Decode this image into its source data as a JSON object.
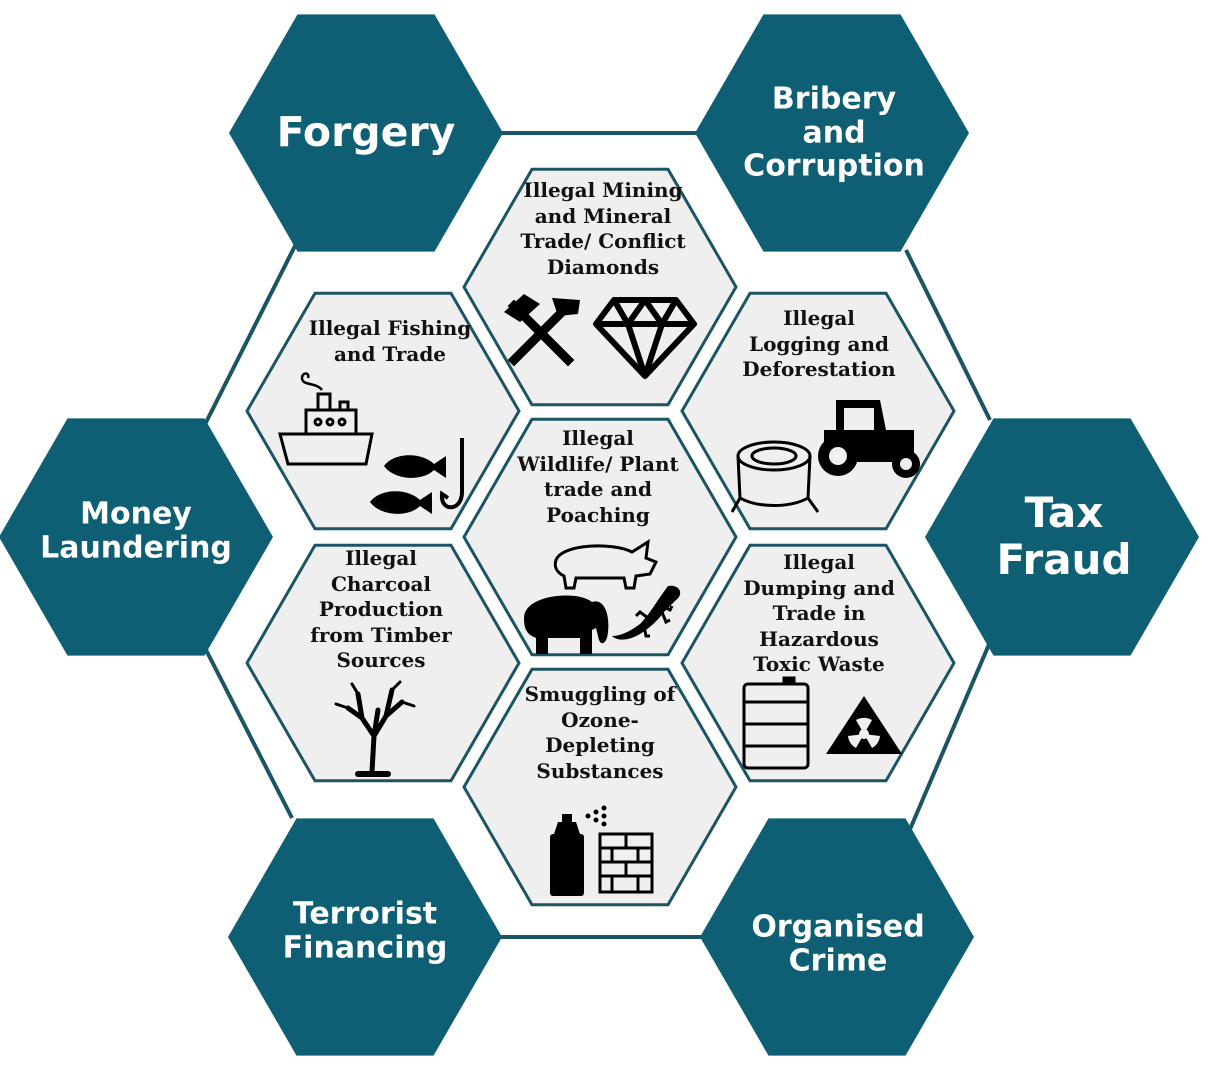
{
  "colors": {
    "outer_fill": "#0e5f73",
    "inner_fill": "#efefef",
    "inner_stroke": "#1b5565",
    "connector": "#1b5565",
    "icon": "#000000"
  },
  "outer_hexagons": [
    {
      "id": "forgery",
      "lines": [
        "Forgery"
      ]
    },
    {
      "id": "bribery",
      "lines": [
        "Bribery",
        "and",
        "Corruption"
      ]
    },
    {
      "id": "money",
      "lines": [
        "Money",
        "Laundering"
      ]
    },
    {
      "id": "tax",
      "lines": [
        "Tax",
        "Fraud"
      ]
    },
    {
      "id": "terrorist",
      "lines": [
        "Terrorist",
        "Financing"
      ]
    },
    {
      "id": "organised",
      "lines": [
        "Organised",
        "Crime"
      ]
    }
  ],
  "inner_hexagons": [
    {
      "id": "mining",
      "lines": [
        "Illegal Mining",
        "and Mineral",
        "Trade/ Conflict",
        "Diamonds"
      ],
      "icons": [
        "hammer-pick-icon",
        "diamond-icon"
      ]
    },
    {
      "id": "fishing",
      "lines": [
        "Illegal Fishing",
        "and Trade"
      ],
      "icons": [
        "ship-icon",
        "fish-icon",
        "fish-hook-icon"
      ]
    },
    {
      "id": "logging",
      "lines": [
        "Illegal",
        "Logging and",
        "Deforestation"
      ],
      "icons": [
        "tree-stump-icon",
        "tractor-icon"
      ]
    },
    {
      "id": "wildlife",
      "lines": [
        "Illegal",
        "Wildlife/ Plant",
        "trade and",
        "Poaching"
      ],
      "icons": [
        "rhino-icon",
        "elephant-icon",
        "lizard-icon"
      ]
    },
    {
      "id": "charcoal",
      "lines": [
        "Illegal",
        "Charcoal",
        "Production",
        "from Timber",
        "Sources"
      ],
      "icons": [
        "bare-tree-icon"
      ]
    },
    {
      "id": "dumping",
      "lines": [
        "Illegal",
        "Dumping and",
        "Trade in",
        "Hazardous",
        "Toxic Waste"
      ],
      "icons": [
        "barrel-icon",
        "radiation-icon"
      ]
    },
    {
      "id": "ozone",
      "lines": [
        "Smuggling of",
        "Ozone-",
        "Depleting",
        "Substances"
      ],
      "icons": [
        "spray-can-icon",
        "brick-wall-icon"
      ]
    }
  ]
}
